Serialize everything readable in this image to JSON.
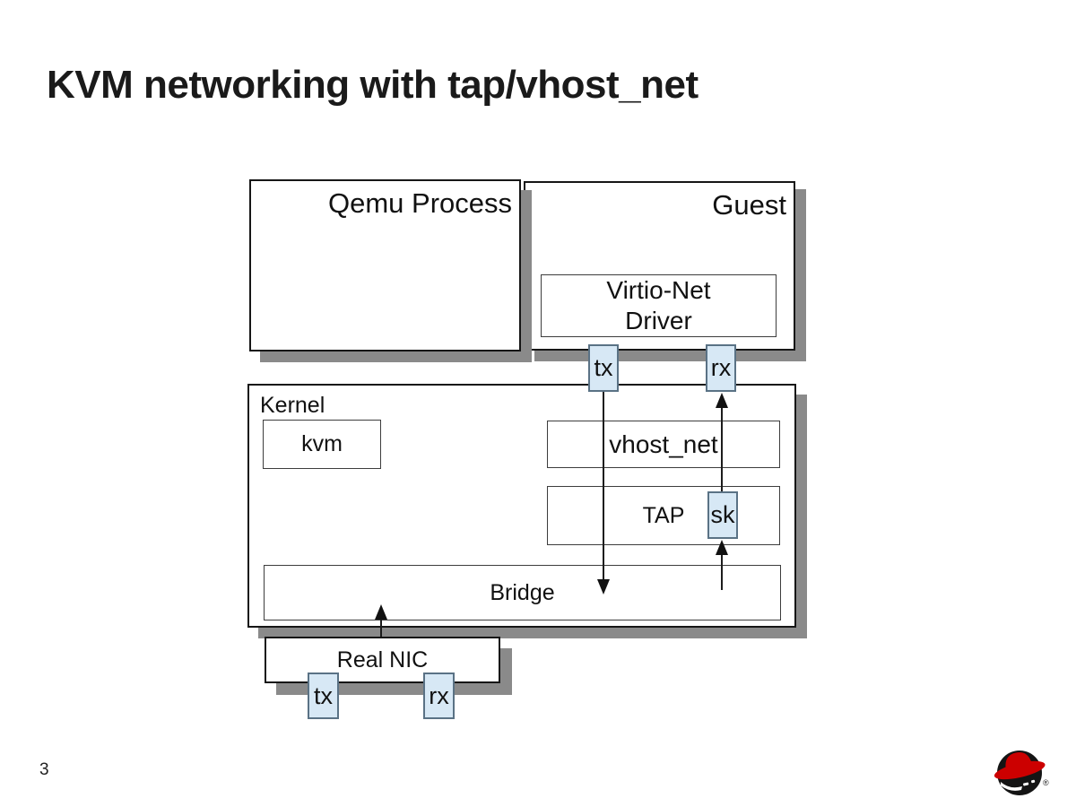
{
  "slide": {
    "title": "KVM networking with tap/vhost_net",
    "page_number": "3"
  },
  "boxes": {
    "qemu": {
      "label": "Qemu Process"
    },
    "guest": {
      "label": "Guest"
    },
    "virtio": {
      "line1": "Virtio-Net",
      "line2": "Driver"
    },
    "guest_tx": {
      "label": "tx"
    },
    "guest_rx": {
      "label": "rx"
    },
    "kernel": {
      "label": "Kernel"
    },
    "kvm": {
      "label": "kvm"
    },
    "vhost_net": {
      "label": "vhost_net"
    },
    "tap": {
      "label": "TAP"
    },
    "sk": {
      "label": "sk"
    },
    "bridge": {
      "label": "Bridge"
    },
    "real_nic": {
      "label": "Real NIC"
    },
    "nic_tx": {
      "label": "tx"
    },
    "nic_rx": {
      "label": "rx"
    }
  },
  "colors": {
    "shadow_gray": "#8a8a8a",
    "highlight_fill": "#d7e8f5",
    "highlight_border": "#5a7285",
    "logo_red": "#cc0000",
    "text_black": "#161616"
  },
  "logo": {
    "name": "Red Hat Shadowman",
    "registered_mark": "®"
  }
}
